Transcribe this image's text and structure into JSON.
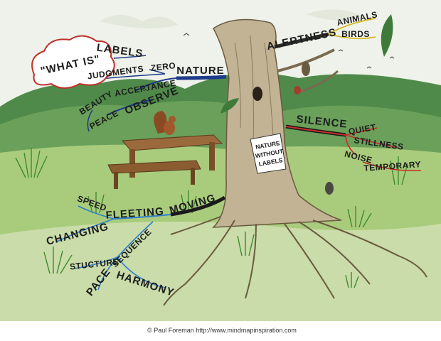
{
  "credit": "© Paul Foreman http://www.mindmapinspiration.com",
  "sign": {
    "line1": "NATURE",
    "line2": "WITHOUT",
    "line3": "LABELS"
  },
  "cloud": {
    "text": "\"WHAT IS\""
  },
  "branches": {
    "nature": {
      "label": "NATURE",
      "color": "#1f3a8a",
      "items": {
        "labels": "LABELS",
        "zero": "ZERO",
        "judgments": "JUDGMENTS",
        "acceptance": "ACCEPTANCE",
        "beauty": "BEAUTY",
        "observe": "OBSERVE",
        "peace": "PEACE"
      }
    },
    "alertness": {
      "label": "ALERTNESS",
      "color": "#2a2a2a",
      "items": {
        "animals": "ANIMALS",
        "birds": "BIRDS"
      }
    },
    "silence": {
      "label": "SILENCE",
      "color": "#c0302a",
      "items": {
        "quiet": "QUIET",
        "stillness": "STILLNESS",
        "noise": "NOISE",
        "temporary": "TEMPORARY"
      }
    },
    "moving": {
      "label": "MOVING",
      "color": "#2f7fc8",
      "items": {
        "fleeting": "FLEETING",
        "speed": "SPEED",
        "changing": "CHANGING",
        "sequence": "SEQUENCE",
        "structure": "STUCTURE",
        "pace": "PACE",
        "harmony": "HARMONY"
      }
    }
  },
  "colors": {
    "sky": "#eef2ea",
    "hills": "#6aa05a",
    "grass": "#9cc46b",
    "bark": "#b8a88a"
  }
}
